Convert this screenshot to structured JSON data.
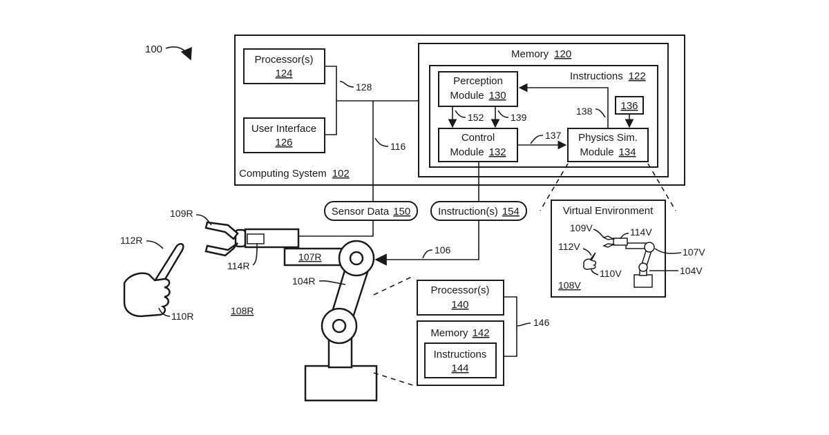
{
  "figure_ref": "100",
  "computing_system": {
    "label": "Computing System",
    "ref": "102",
    "processor": {
      "label": "Processor(s)",
      "ref": "124"
    },
    "user_interface": {
      "label": "User Interface",
      "ref": "126"
    },
    "bus_ref": "128",
    "link_ref": "116",
    "memory": {
      "label": "Memory",
      "ref": "120",
      "instructions": {
        "label": "Instructions",
        "ref": "122",
        "perception_module": {
          "line1": "Perception",
          "line2": "Module",
          "ref": "130"
        },
        "control_module": {
          "line1": "Control",
          "line2": "Module",
          "ref": "132"
        },
        "physics_module": {
          "line1": "Physics Sim.",
          "line2": "Module",
          "ref": "134"
        },
        "box_136": "136",
        "arrow_refs": {
          "a152": "152",
          "a139": "139",
          "a137": "137",
          "a138": "138"
        }
      }
    }
  },
  "sensor_data": {
    "label": "Sensor Data",
    "ref": "150"
  },
  "instructions_pill": {
    "label": "Instruction(s)",
    "ref": "154"
  },
  "robot": {
    "gripper_ref": "109R",
    "sensor_ref": "114R",
    "arm_ref": "107R",
    "body_ref": "104R",
    "connection_ref": "106"
  },
  "physical_objects": {
    "object_ref": "112R",
    "hand_ref": "110R",
    "environment_ref": "108R"
  },
  "robot_controller": {
    "processor": {
      "label": "Processor(s)",
      "ref": "140"
    },
    "memory": {
      "label": "Memory",
      "ref": "142"
    },
    "instructions": {
      "label": "Instructions",
      "ref": "144"
    },
    "bus_ref": "146"
  },
  "virtual_environment": {
    "title": "Virtual Environment",
    "refs": {
      "gripper": "109V",
      "sensor": "114V",
      "object": "112V",
      "arm": "107V",
      "hand": "110V",
      "body": "104V",
      "environment": "108V"
    }
  }
}
